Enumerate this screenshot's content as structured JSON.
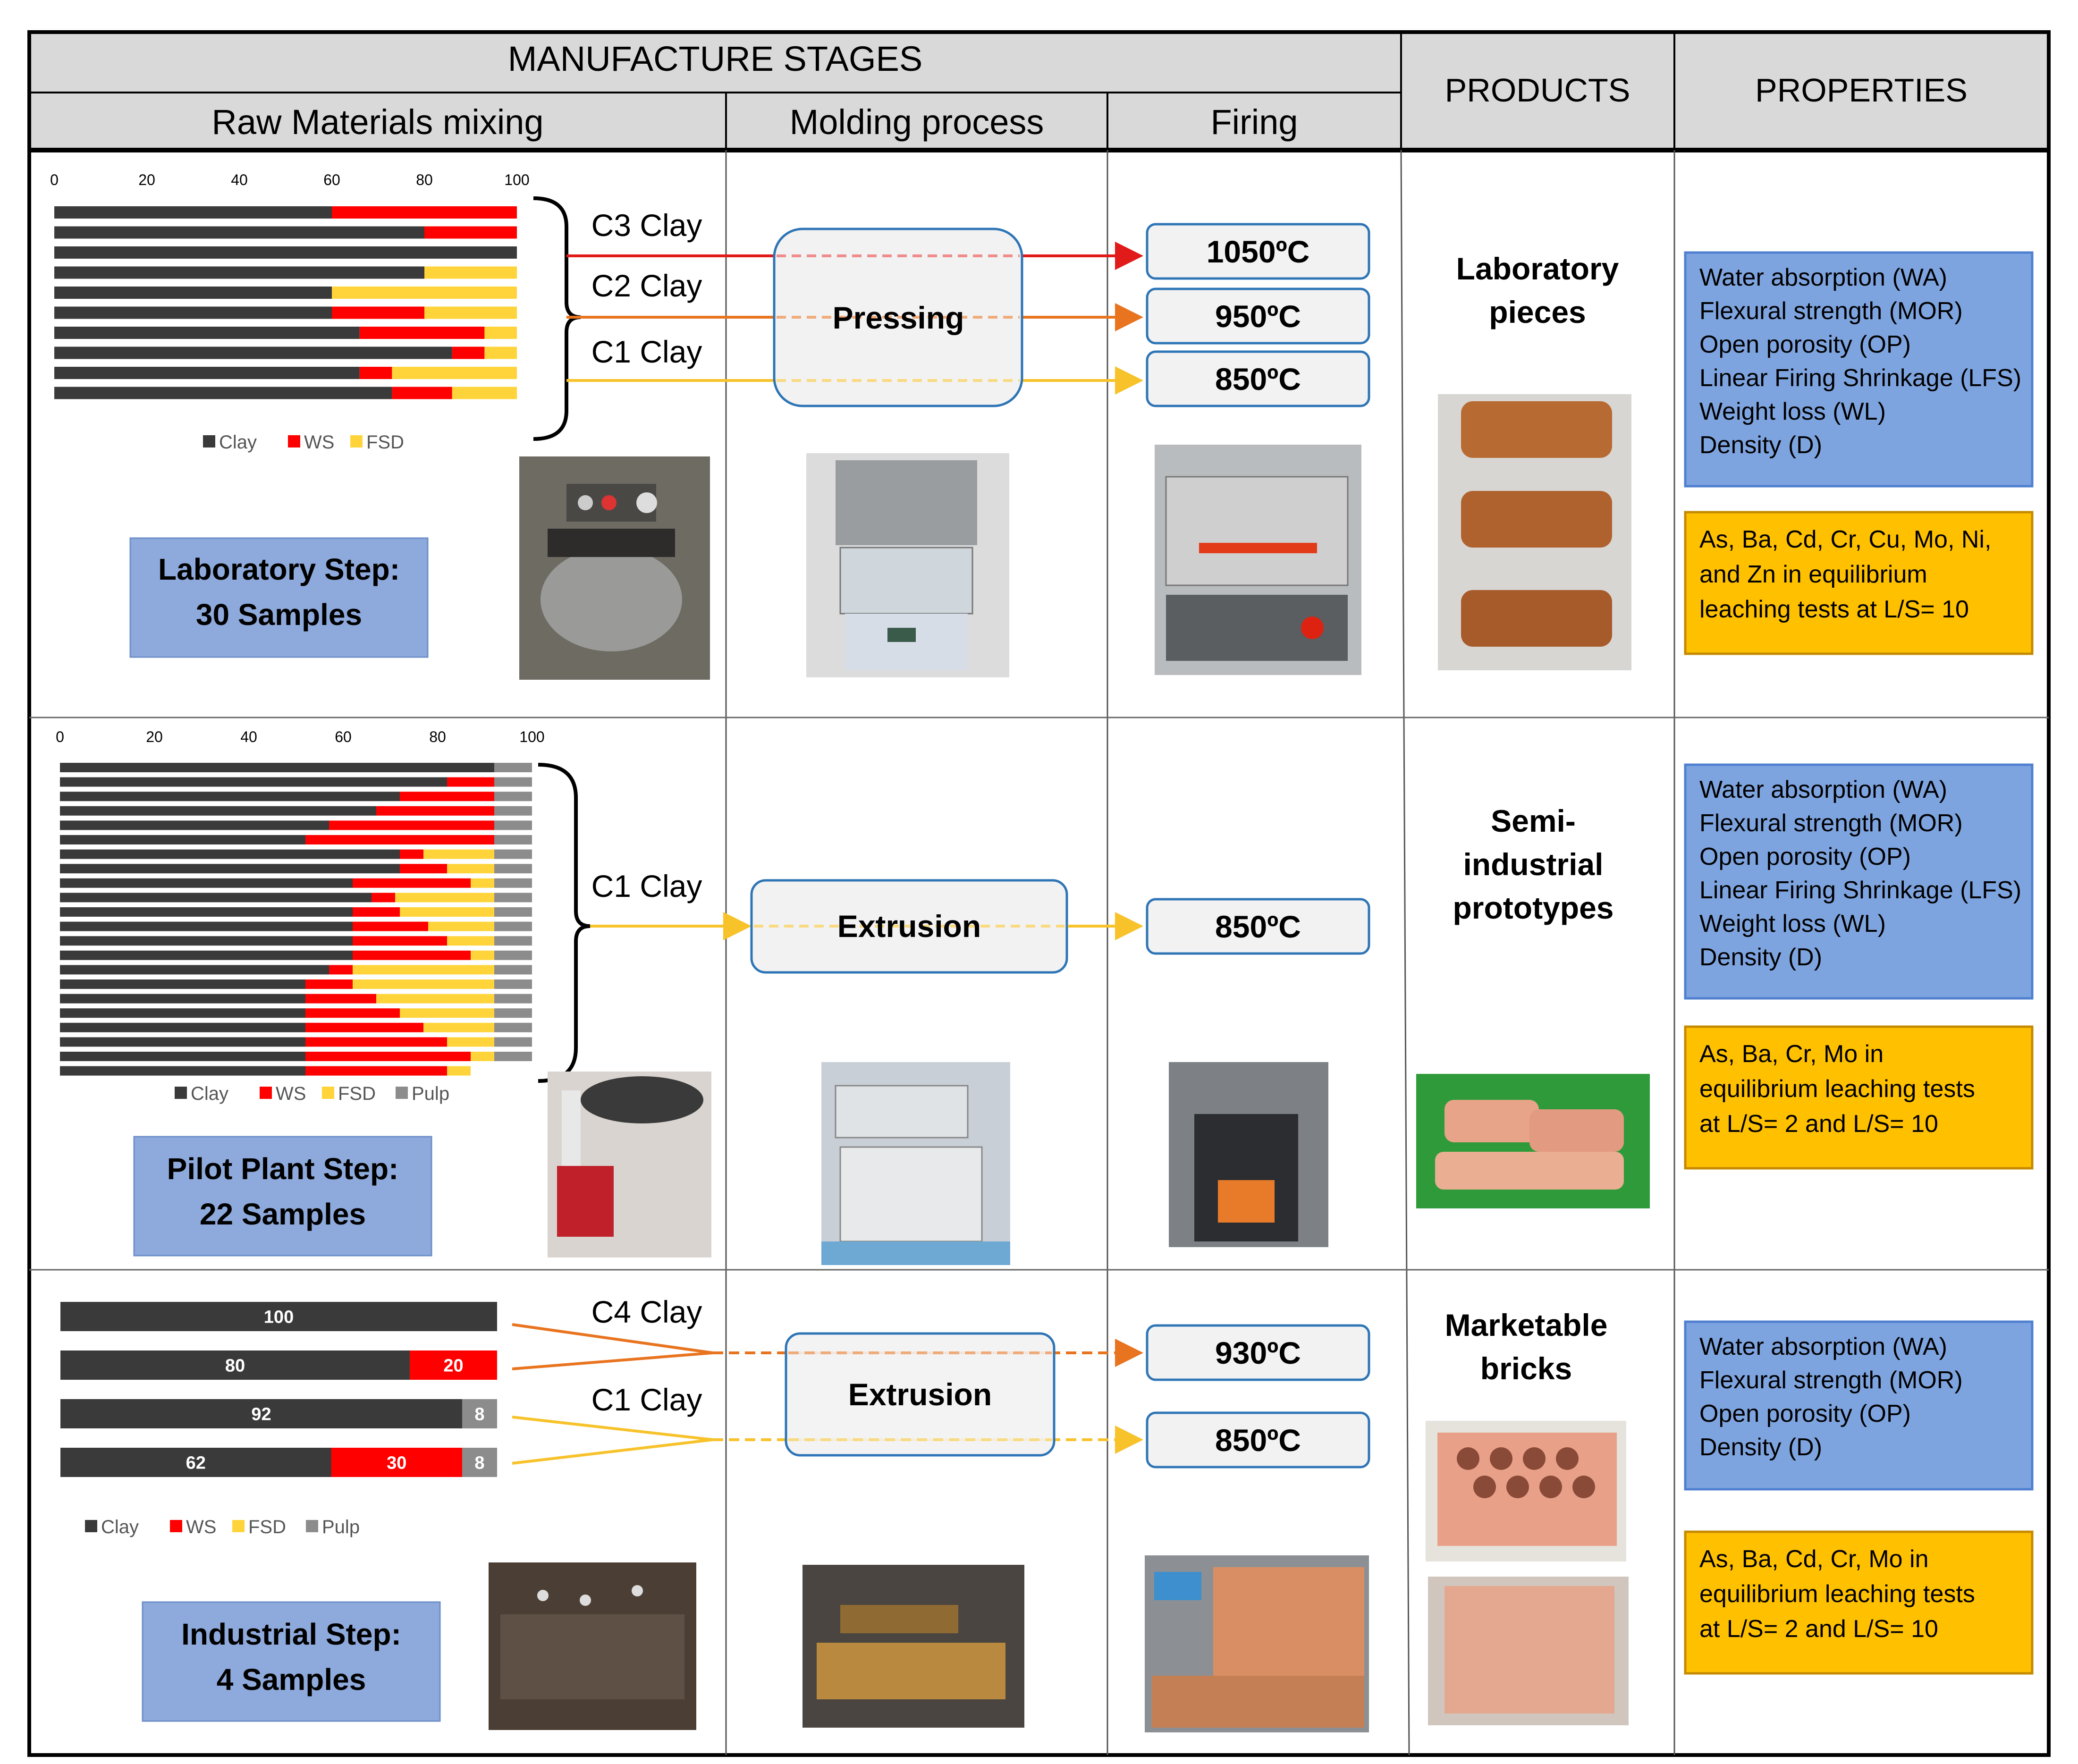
{
  "header": {
    "manufacture_stages": "MANUFACTURE STAGES",
    "raw_materials_mixing": "Raw Materials mixing",
    "molding_process": "Molding process",
    "firing": "Firing",
    "products": "PRODUCTS",
    "properties": "PROPERTIES"
  },
  "colors": {
    "clay": "#3a3a3a",
    "ws": "#ff0000",
    "fsd": "#ffd43b",
    "pulp": "#8c8c8c",
    "c3_arrow": "#e11a1a",
    "c2_arrow": "#e8741f",
    "c1_arrow": "#f7c22a",
    "c4_arrow": "#e8741f",
    "box_fill": "#f2f2f2",
    "box_stroke": "#2e75b6",
    "step_fill": "#8ea9db",
    "properties_fill": "#7ea4e0",
    "leaching_fill": "#ffc000",
    "header_fill": "#d9d9d9"
  },
  "laboratory": {
    "step_line1": "Laboratory Step:",
    "step_line2": "30 Samples",
    "axis_ticks": [
      "0",
      "20",
      "40",
      "60",
      "80",
      "100"
    ],
    "legend": [
      "Clay",
      "WS",
      "FSD"
    ],
    "clay_labels": [
      "C3 Clay",
      "C2 Clay",
      "C1 Clay"
    ],
    "molding": "Pressing",
    "temperatures": [
      "1050ºC",
      "950ºC",
      "850ºC"
    ],
    "product_line1": "Laboratory",
    "product_line2": "pieces",
    "properties": [
      "Water absorption (WA)",
      "Flexural strength (MOR)",
      "Open porosity (OP)",
      "Linear Firing Shrinkage (LFS)",
      "Weight loss (WL)",
      "Density (D)"
    ],
    "leaching": [
      "As, Ba, Cd, Cr, Cu, Mo, Ni,",
      "and Zn in equilibrium",
      "leaching tests at L/S= 10"
    ]
  },
  "pilot": {
    "step_line1": "Pilot Plant Step:",
    "step_line2": "22 Samples",
    "axis_ticks": [
      "0",
      "20",
      "40",
      "60",
      "80",
      "100"
    ],
    "legend": [
      "Clay",
      "WS",
      "FSD",
      "Pulp"
    ],
    "clay_label": "C1 Clay",
    "molding": "Extrusion",
    "temperature": "850ºC",
    "product_line1": "Semi-",
    "product_line2": "industrial",
    "product_line3": "prototypes",
    "properties": [
      "Water absorption (WA)",
      "Flexural strength (MOR)",
      "Open porosity (OP)",
      "Linear Firing Shrinkage (LFS)",
      "Weight loss (WL)",
      "Density (D)"
    ],
    "leaching": [
      "As, Ba, Cr, Mo in",
      "equilibrium leaching tests",
      "at L/S= 2 and L/S= 10"
    ]
  },
  "industrial": {
    "step_line1": "Industrial Step:",
    "step_line2": "4 Samples",
    "legend": [
      "Clay",
      "WS",
      "FSD",
      "Pulp"
    ],
    "clay_labels": [
      "C4 Clay",
      "C1 Clay"
    ],
    "molding": "Extrusion",
    "temperatures": [
      "930ºC",
      "850ºC"
    ],
    "product_line1": "Marketable",
    "product_line2": "bricks",
    "properties": [
      "Water absorption (WA)",
      "Flexural strength (MOR)",
      "Open porosity (OP)",
      "Density (D)"
    ],
    "leaching": [
      "As, Ba, Cd, Cr, Mo in",
      "equilibrium leaching tests",
      "at L/S= 2 and L/S= 10"
    ]
  },
  "chart_data": [
    {
      "type": "bar",
      "orientation": "horizontal",
      "stacked": true,
      "xlim": [
        0,
        100
      ],
      "legend": [
        "Clay",
        "WS",
        "FSD"
      ],
      "rows": [
        {
          "clay": 60,
          "ws": 40,
          "fsd": 0
        },
        {
          "clay": 80,
          "ws": 20,
          "fsd": 0
        },
        {
          "clay": 100,
          "ws": 0,
          "fsd": 0
        },
        {
          "clay": 80,
          "ws": 0,
          "fsd": 20
        },
        {
          "clay": 60,
          "ws": 0,
          "fsd": 40
        },
        {
          "clay": 60,
          "ws": 20,
          "fsd": 20
        },
        {
          "clay": 66,
          "ws": 27,
          "fsd": 7
        },
        {
          "clay": 86,
          "ws": 7,
          "fsd": 7
        },
        {
          "clay": 66,
          "ws": 7,
          "fsd": 27
        },
        {
          "clay": 73,
          "ws": 13,
          "fsd": 14
        }
      ]
    },
    {
      "type": "bar",
      "orientation": "horizontal",
      "stacked": true,
      "xlim": [
        0,
        100
      ],
      "legend": [
        "Clay",
        "WS",
        "FSD",
        "Pulp"
      ],
      "rows": [
        {
          "clay": 92,
          "ws": 0,
          "fsd": 0,
          "pulp": 8
        },
        {
          "clay": 82,
          "ws": 10,
          "fsd": 0,
          "pulp": 8
        },
        {
          "clay": 72,
          "ws": 20,
          "fsd": 0,
          "pulp": 8
        },
        {
          "clay": 67,
          "ws": 25,
          "fsd": 0,
          "pulp": 8
        },
        {
          "clay": 57,
          "ws": 35,
          "fsd": 0,
          "pulp": 8
        },
        {
          "clay": 52,
          "ws": 40,
          "fsd": 0,
          "pulp": 8
        },
        {
          "clay": 72,
          "ws": 5,
          "fsd": 15,
          "pulp": 8
        },
        {
          "clay": 72,
          "ws": 10,
          "fsd": 10,
          "pulp": 8
        },
        {
          "clay": 62,
          "ws": 25,
          "fsd": 5,
          "pulp": 8
        },
        {
          "clay": 66,
          "ws": 5,
          "fsd": 21,
          "pulp": 8
        },
        {
          "clay": 62,
          "ws": 10,
          "fsd": 20,
          "pulp": 8
        },
        {
          "clay": 62,
          "ws": 16,
          "fsd": 14,
          "pulp": 8
        },
        {
          "clay": 62,
          "ws": 20,
          "fsd": 10,
          "pulp": 8
        },
        {
          "clay": 62,
          "ws": 25,
          "fsd": 5,
          "pulp": 8
        },
        {
          "clay": 57,
          "ws": 5,
          "fsd": 30,
          "pulp": 8
        },
        {
          "clay": 52,
          "ws": 10,
          "fsd": 30,
          "pulp": 8
        },
        {
          "clay": 52,
          "ws": 15,
          "fsd": 25,
          "pulp": 8
        },
        {
          "clay": 52,
          "ws": 20,
          "fsd": 20,
          "pulp": 8
        },
        {
          "clay": 52,
          "ws": 25,
          "fsd": 15,
          "pulp": 8
        },
        {
          "clay": 52,
          "ws": 30,
          "fsd": 10,
          "pulp": 8
        },
        {
          "clay": 52,
          "ws": 35,
          "fsd": 5,
          "pulp": 8
        },
        {
          "clay": 52,
          "ws": 30,
          "fsd": 5,
          "pulp": 0
        }
      ]
    },
    {
      "type": "bar",
      "orientation": "horizontal",
      "stacked": true,
      "legend": [
        "Clay",
        "WS",
        "FSD",
        "Pulp"
      ],
      "rows": [
        {
          "clay": 100,
          "ws": 0,
          "fsd": 0,
          "pulp": 0
        },
        {
          "clay": 80,
          "ws": 20,
          "fsd": 0,
          "pulp": 0
        },
        {
          "clay": 92,
          "ws": 0,
          "fsd": 0,
          "pulp": 8
        },
        {
          "clay": 62,
          "ws": 30,
          "fsd": 0,
          "pulp": 8
        }
      ]
    }
  ]
}
